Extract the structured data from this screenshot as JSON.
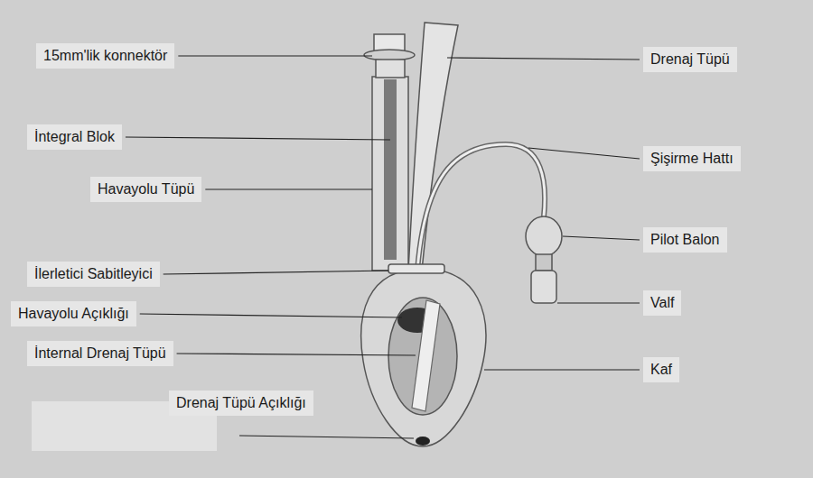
{
  "diagram": {
    "labels": [
      "15mm'lik konnektör",
      "Drenaj Tüpü",
      "İntegral Blok",
      "Şişirme Hattı",
      "Havayolu Tüpü",
      "Pilot Balon",
      "İlerletici Sabitleyici",
      "Valf",
      "Havayolu Açıklığı",
      "İnternal Drenaj Tüpü",
      "Kaf",
      "Drenaj Tüpü Açıklığı"
    ]
  }
}
